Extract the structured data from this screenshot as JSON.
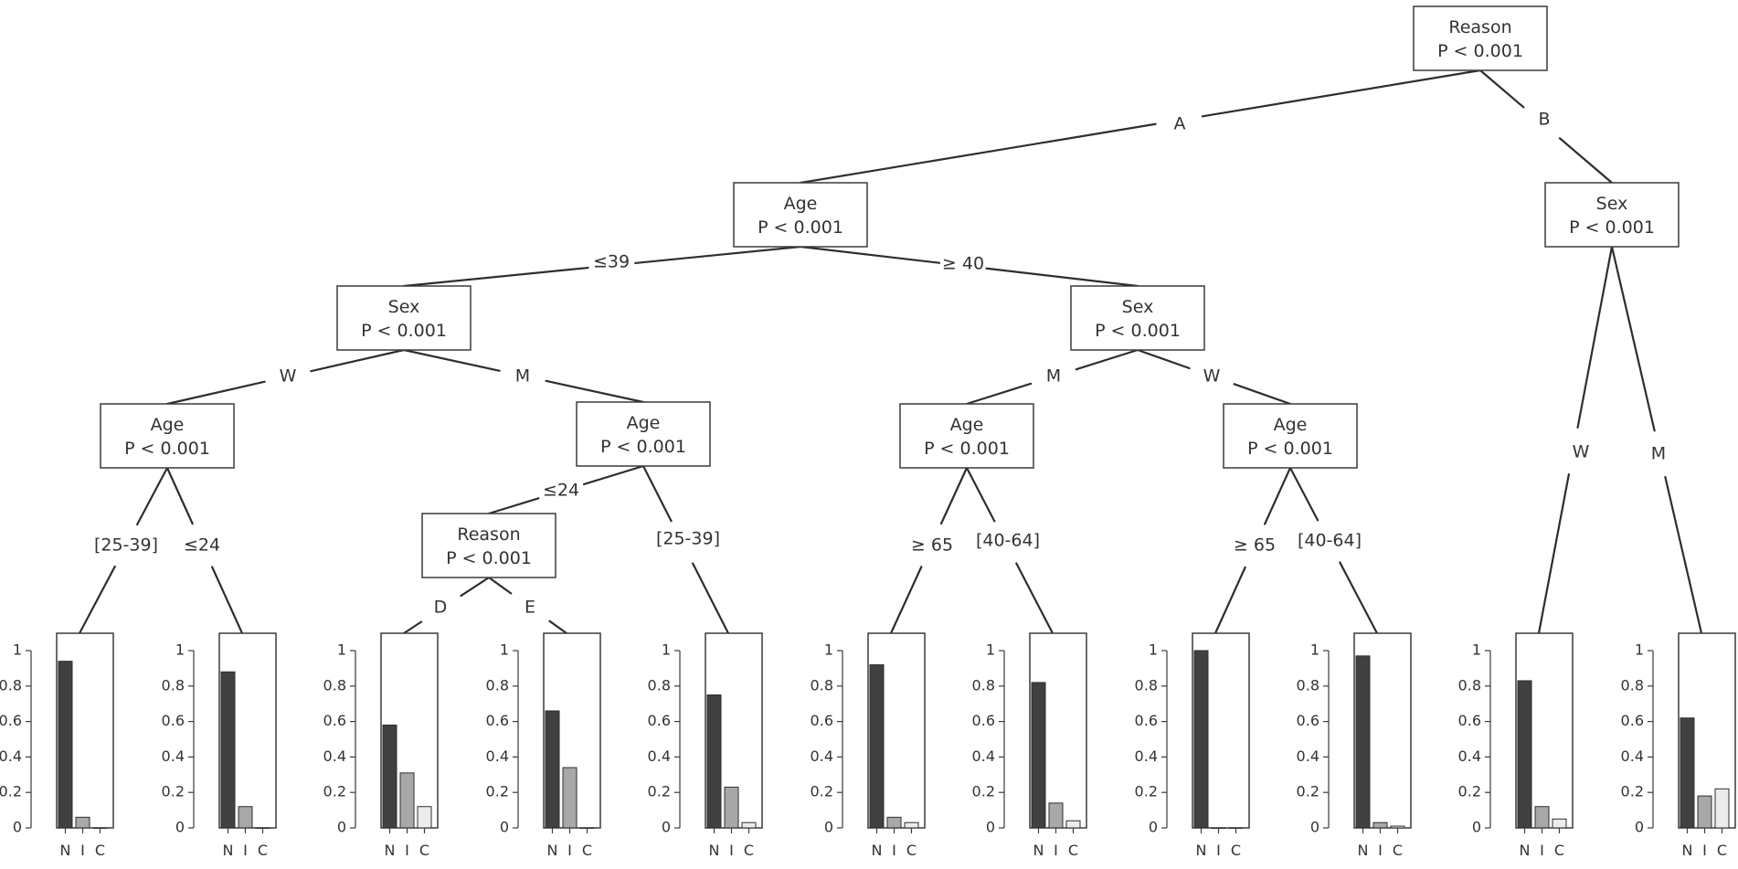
{
  "colors": {
    "bar_N": "#404040",
    "bar_I": "#a8a8a8",
    "bar_C": "#ececec"
  },
  "chart_data": {
    "type": "bar",
    "categories": [
      "N",
      "I",
      "C"
    ],
    "y_ticks": [
      "0",
      "0.2",
      "0.4",
      "0.6",
      "0.8",
      "1"
    ],
    "ylim": [
      0,
      1
    ],
    "nodes": [
      {
        "id": "n1",
        "variable": "Reason",
        "p": "P < 0.001"
      },
      {
        "id": "n2",
        "variable": "Age",
        "p": "P < 0.001"
      },
      {
        "id": "n3",
        "variable": "Sex",
        "p": "P < 0.001"
      },
      {
        "id": "n4",
        "variable": "Sex",
        "p": "P < 0.001"
      },
      {
        "id": "n5",
        "variable": "Age",
        "p": "P < 0.001"
      },
      {
        "id": "n6",
        "variable": "Age",
        "p": "P < 0.001"
      },
      {
        "id": "n7",
        "variable": "Reason",
        "p": "P < 0.001"
      },
      {
        "id": "n8",
        "variable": "Sex",
        "p": "P < 0.001"
      },
      {
        "id": "n9",
        "variable": "Age",
        "p": "P < 0.001"
      },
      {
        "id": "n10",
        "variable": "Age",
        "p": "P < 0.001"
      }
    ],
    "edges": [
      {
        "from": "n1",
        "to": "n2",
        "label": "A"
      },
      {
        "from": "n1",
        "to": "n8",
        "label": "B"
      },
      {
        "from": "n2",
        "to": "n3",
        "label": "≤39"
      },
      {
        "from": "n2",
        "to": "n4",
        "label": "≥ 40"
      },
      {
        "from": "n3",
        "to": "n5",
        "label": "W"
      },
      {
        "from": "n3",
        "to": "n6",
        "label": "M"
      },
      {
        "from": "n5",
        "to": "L1",
        "label": "[25-39]"
      },
      {
        "from": "n5",
        "to": "L2",
        "label": "≤24"
      },
      {
        "from": "n6",
        "to": "n7",
        "label": "≤24"
      },
      {
        "from": "n6",
        "to": "L5",
        "label": "[25-39]"
      },
      {
        "from": "n7",
        "to": "L3",
        "label": "D"
      },
      {
        "from": "n7",
        "to": "L4",
        "label": "E"
      },
      {
        "from": "n4",
        "to": "n9",
        "label": "M"
      },
      {
        "from": "n4",
        "to": "n10",
        "label": "W"
      },
      {
        "from": "n9",
        "to": "L6",
        "label": "≥ 65"
      },
      {
        "from": "n9",
        "to": "L7",
        "label": "[40-64]"
      },
      {
        "from": "n10",
        "to": "L8",
        "label": "≥ 65"
      },
      {
        "from": "n10",
        "to": "L9",
        "label": "[40-64]"
      },
      {
        "from": "n8",
        "to": "L10",
        "label": "W"
      },
      {
        "from": "n8",
        "to": "L11",
        "label": "M"
      }
    ],
    "leaves": [
      {
        "id": "L1",
        "values": [
          0.94,
          0.06,
          0.0
        ]
      },
      {
        "id": "L2",
        "values": [
          0.88,
          0.12,
          0.0
        ]
      },
      {
        "id": "L3",
        "values": [
          0.58,
          0.31,
          0.12
        ]
      },
      {
        "id": "L4",
        "values": [
          0.66,
          0.34,
          0.0
        ]
      },
      {
        "id": "L5",
        "values": [
          0.75,
          0.23,
          0.03
        ]
      },
      {
        "id": "L6",
        "values": [
          0.92,
          0.06,
          0.03
        ]
      },
      {
        "id": "L7",
        "values": [
          0.82,
          0.14,
          0.04
        ]
      },
      {
        "id": "L8",
        "values": [
          1.0,
          0.0,
          0.0
        ]
      },
      {
        "id": "L9",
        "values": [
          0.97,
          0.03,
          0.01
        ]
      },
      {
        "id": "L10",
        "values": [
          0.83,
          0.12,
          0.05
        ]
      },
      {
        "id": "L11",
        "values": [
          0.62,
          0.18,
          0.22
        ]
      }
    ]
  }
}
